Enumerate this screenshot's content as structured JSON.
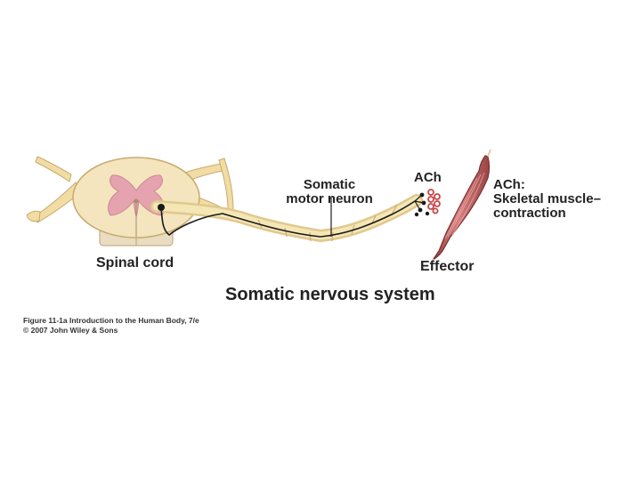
{
  "diagram": {
    "labels": {
      "spinal_cord": "Spinal cord",
      "somatic_line1": "Somatic",
      "somatic_line2": "motor neuron",
      "ach_vesicles": "ACh",
      "effector": "Effector",
      "ach_effect_line1": "ACh:",
      "ach_effect_line2": "Skeletal muscle–",
      "ach_effect_line3": "contraction",
      "system_title": "Somatic nervous system"
    },
    "caption": {
      "line1": "Figure 11-1a  Introduction to the Human Body, 7/e",
      "line2": "© 2007 John Wiley & Sons"
    },
    "colors": {
      "spinal_tissue": "#f4e5bf",
      "grey_matter": "#e4a3ae",
      "nerve": "#f1dda4",
      "axon": "#1a1a1a",
      "muscle": "#b85a5a",
      "vesicle": "#c94545"
    }
  }
}
